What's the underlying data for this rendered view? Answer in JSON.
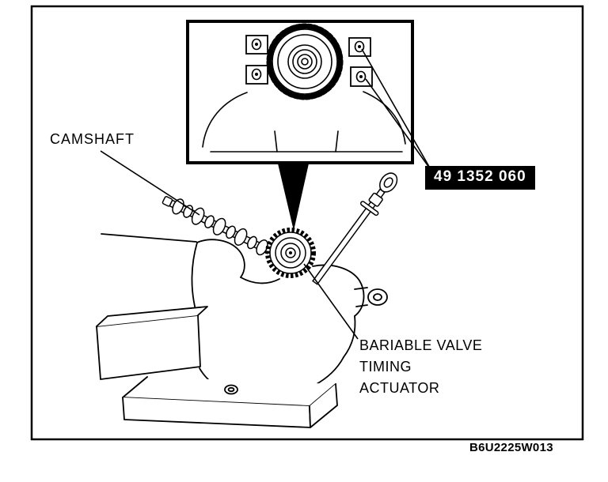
{
  "diagram": {
    "labels": {
      "camshaft": "CAMSHAFT",
      "tool_number": "49 1352 060",
      "actuator_note": "BARIABLE VALVE\nTIMING\nACTUATOR",
      "figure_code": "B6U2225W013"
    },
    "colors": {
      "line": "#000000",
      "background": "#ffffff",
      "badge_background": "#000000",
      "badge_text": "#ffffff"
    }
  }
}
